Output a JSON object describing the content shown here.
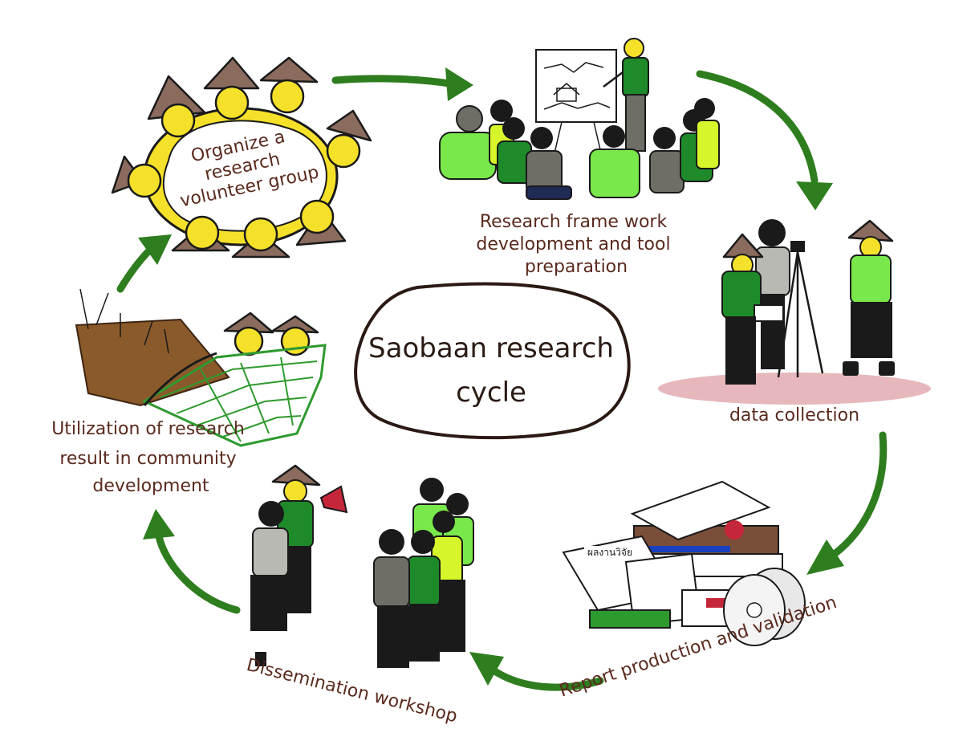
{
  "diagram": {
    "center_title": {
      "line1": "Saobaan research",
      "line2": "cycle"
    },
    "steps": [
      {
        "id": "organize",
        "lines": [
          "Organize a",
          "research",
          "volunteer group"
        ]
      },
      {
        "id": "framework",
        "lines": [
          "Research frame work",
          "development and tool",
          "preparation"
        ]
      },
      {
        "id": "data",
        "lines": [
          "data collection"
        ]
      },
      {
        "id": "report",
        "lines": [
          "Report production and validation"
        ]
      },
      {
        "id": "dissemination",
        "lines": [
          "Dissemination workshop"
        ]
      },
      {
        "id": "utilization",
        "lines": [
          "Utilization of research",
          "result in community",
          "development"
        ]
      }
    ],
    "book_title": "ผลงานวิจัย"
  },
  "colors": {
    "arrow": "#2e7d1e",
    "label_text": "#5a2a1e",
    "hat": "#8a6b5e",
    "face": "#f5e12a",
    "shirt_dark_green": "#1f8a2a",
    "shirt_light_green": "#79e84a",
    "shirt_yellow_green": "#d6f52a",
    "shadow_pink": "#e6b8bc",
    "soil_brown": "#8a5a2b",
    "field_green": "#2e9a2e"
  },
  "icons": [
    "people-circle-illustration",
    "presentation-illustration",
    "camera-tripod-illustration",
    "books-and-cds-illustration",
    "megaphone-illustration",
    "rice-field-illustration"
  ]
}
